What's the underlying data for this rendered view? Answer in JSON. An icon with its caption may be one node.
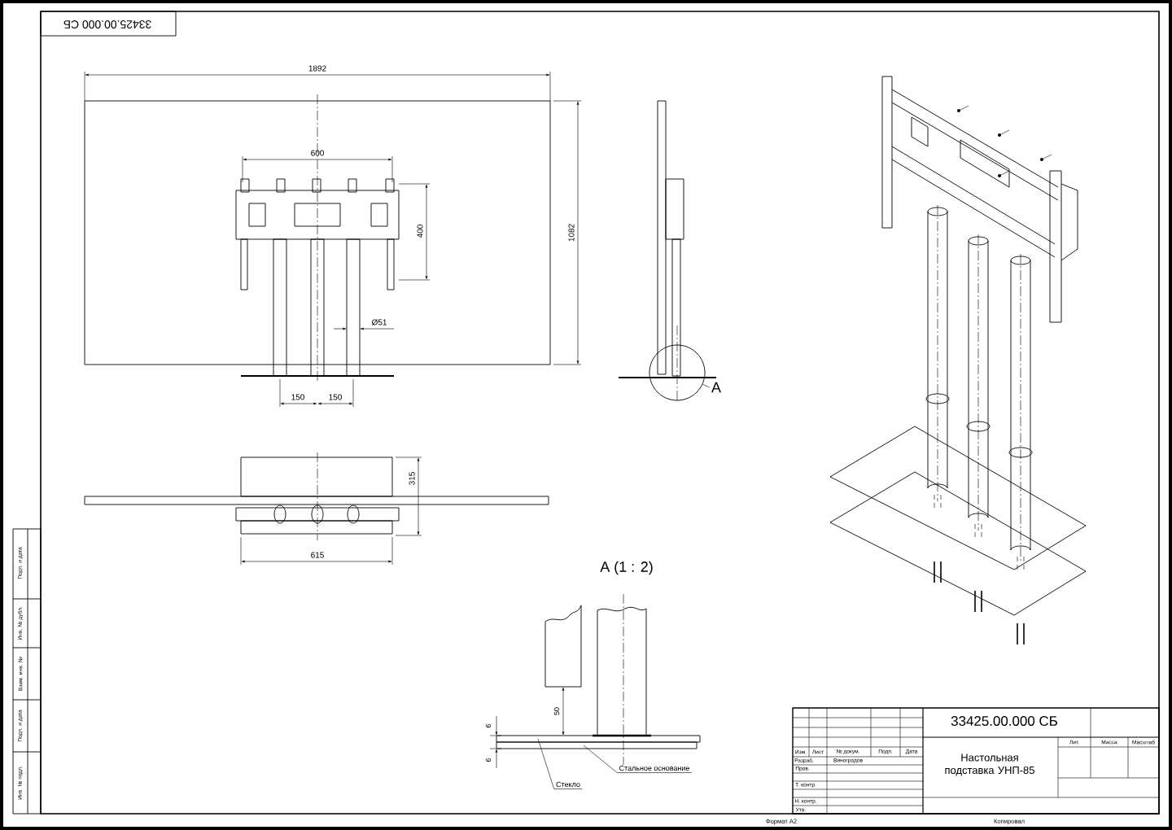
{
  "diagram": {
    "nodes": [
      {
        "text": [
          "Стекло"
        ]
      },
      {
        "text": [],
        "shape": "box"
      },
      {
        "text": [
          "Стальное основание"
        ]
      },
      {
        "text": [],
        "shape": "box"
      },
      {
        "text": [
          "A"
        ]
      },
      {
        "text": [],
        "shape": "circle"
      }
    ],
    "edges": [
      {
        "from": 0,
        "to": 1,
        "arrow": "none"
      },
      {
        "from": 2,
        "to": 3,
        "arrow": "none"
      },
      {
        "from": 4,
        "to": 5,
        "arrow": "none"
      }
    ],
    "labels": [
      "33425.00.000 СБ",
      "1892",
      "600",
      "400",
      "1082",
      "Ø51",
      "150",
      "150",
      "315",
      "615",
      "A (1 : 2)",
      "6",
      "50",
      "6",
      "Подп. и дата",
      "Инв. № дубл.",
      "Взам. инв. №",
      "Подп. и дата",
      "Инв. № подл.",
      "33425.00.000 СБ",
      "Изм.",
      "Лист",
      "№ докум.",
      "Подп.",
      "Дата",
      "Разраб.",
      "Виноградов",
      "Пров.",
      "Т. контр.",
      "Н. контр.",
      "Утв.",
      "Настольная подставка УНП-85",
      "Лит.",
      "Масса",
      "Масштаб",
      "Формат A2",
      "Копировал"
    ]
  }
}
